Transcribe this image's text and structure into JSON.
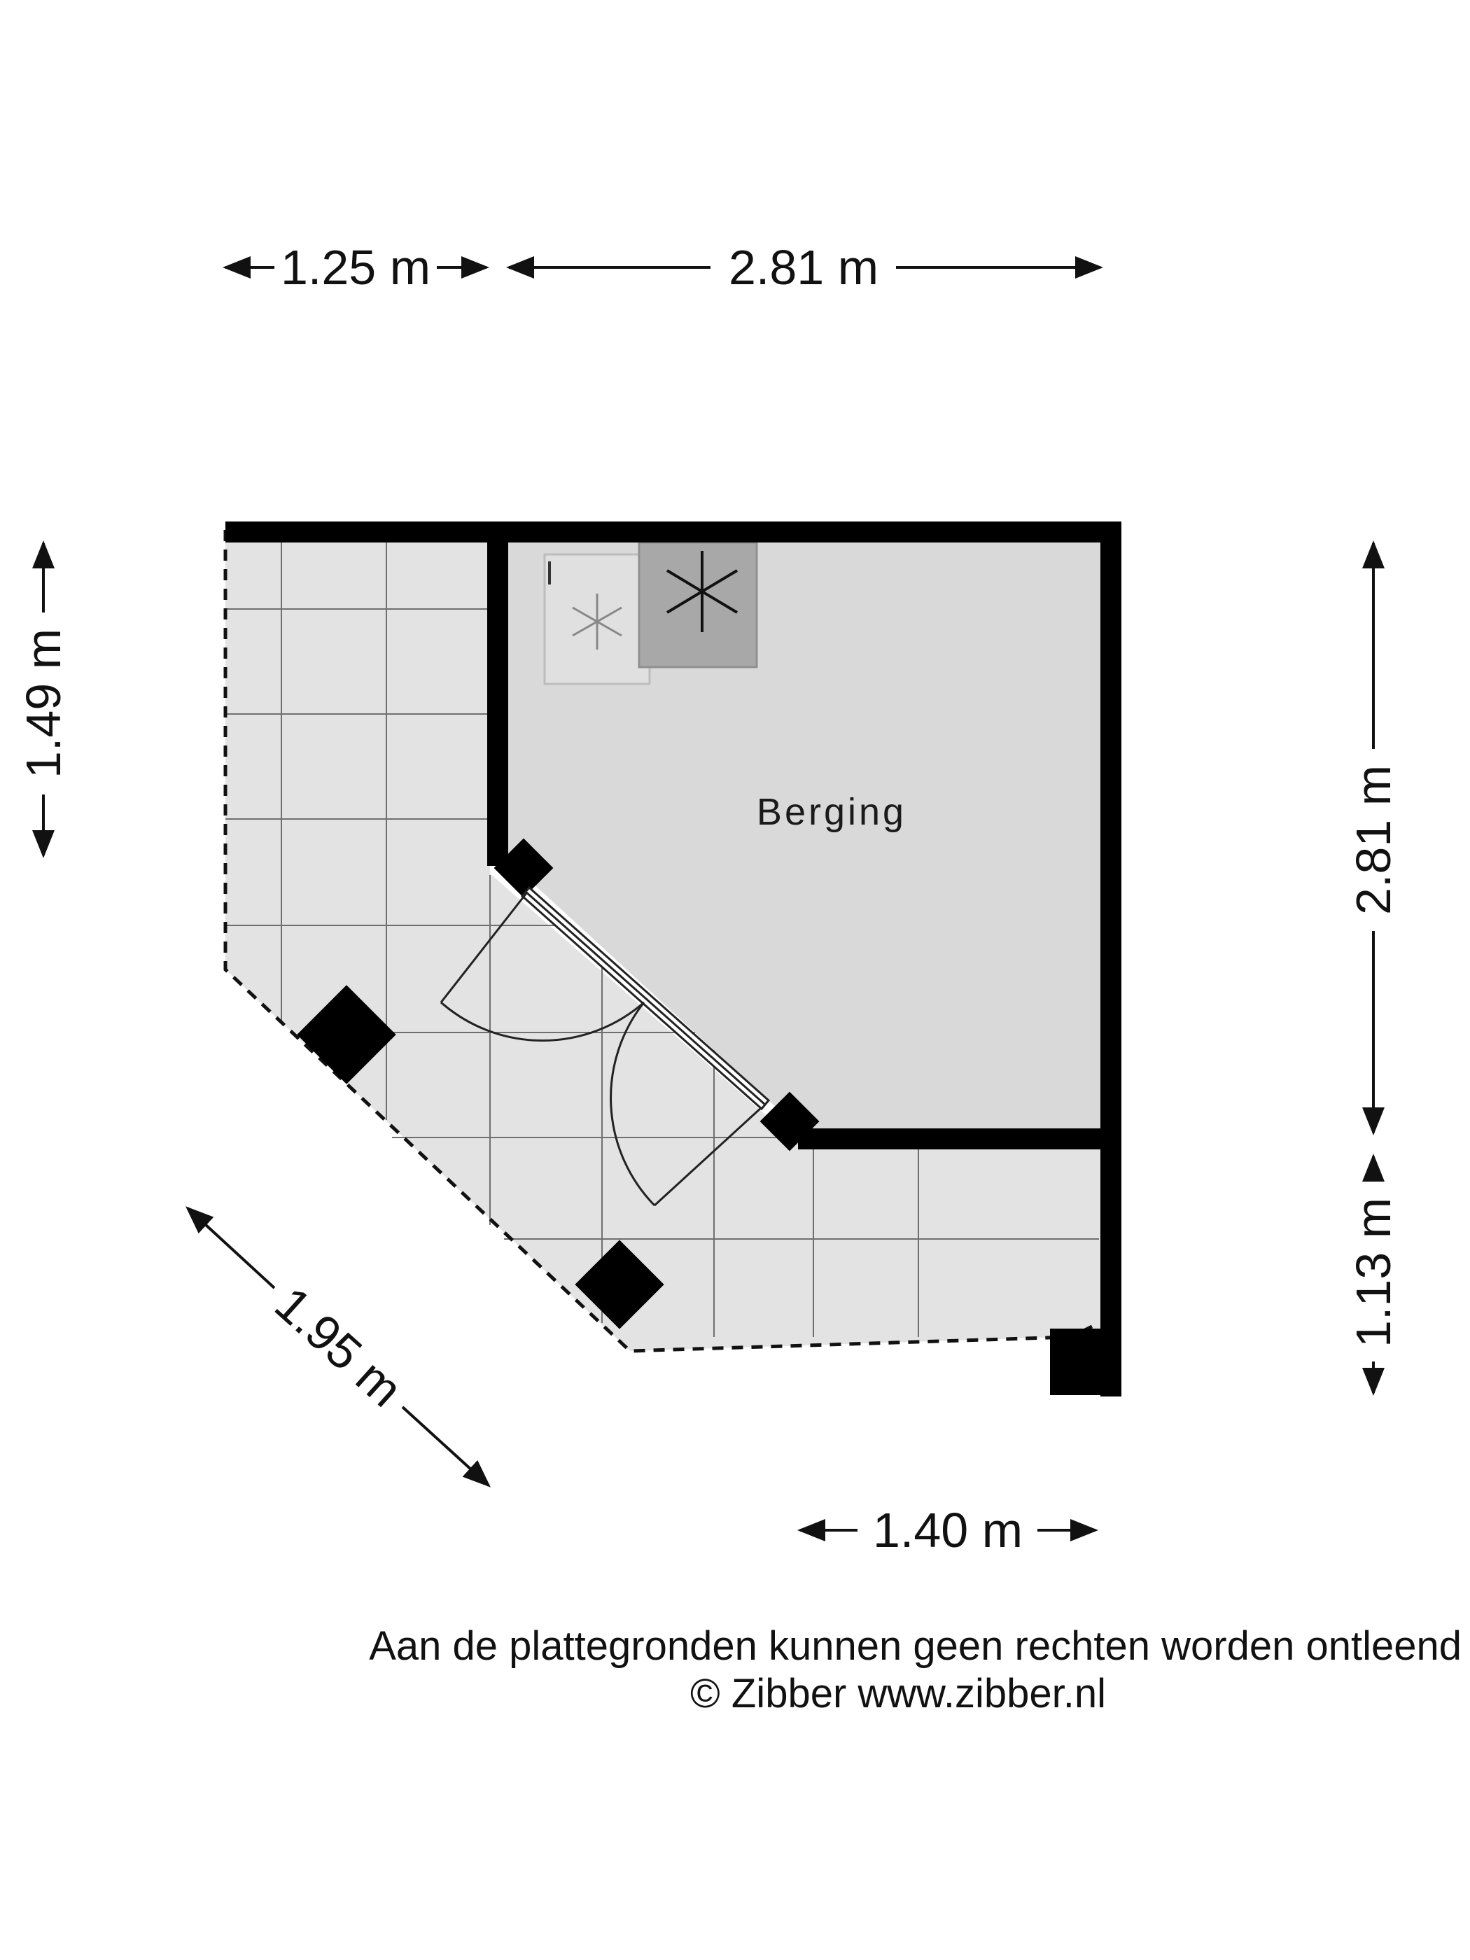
{
  "room": {
    "name": "Berging"
  },
  "dimensions": {
    "top_left": "1.25 m",
    "top_right": "2.81 m",
    "left": "1.49 m",
    "right_upper": "2.81 m",
    "right_lower": "1.13 m",
    "diagonal": "1.95 m",
    "bottom": "1.40 m"
  },
  "footer": {
    "disclaimer": "Aan de plattegronden kunnen geen rechten worden ontleend",
    "credit": "© Zibber www.zibber.nl"
  },
  "colors": {
    "wall": "#000000",
    "floor_inside": "#d9d9d9",
    "floor_outside": "#e3e3e3",
    "appliance_dark": "#a8a8a8",
    "appliance_light": "#e0e0e0"
  },
  "icons": [
    "washing-machine-icon",
    "dryer-icon",
    "door-swing-icon"
  ]
}
